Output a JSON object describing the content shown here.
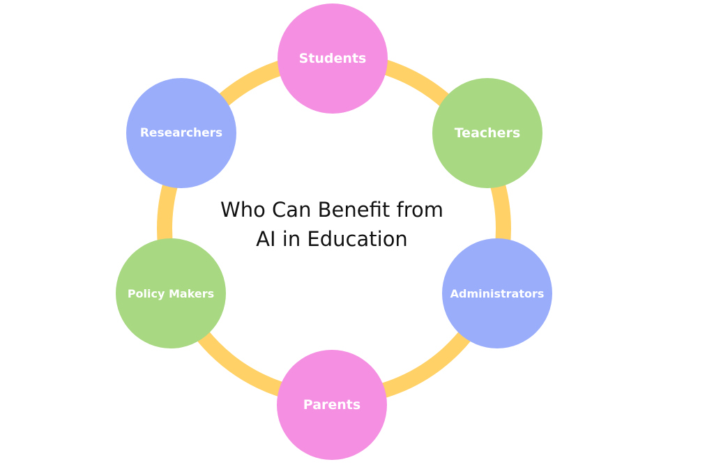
{
  "diagram": {
    "title_line1": "Who Can Benefit from",
    "title_line2": "AI in Education",
    "nodes": [
      {
        "label": "Students",
        "color": "#f48fe2"
      },
      {
        "label": "Teachers",
        "color": "#a8d882"
      },
      {
        "label": "Administrators",
        "color": "#9aadfb"
      },
      {
        "label": "Parents",
        "color": "#f48fe2"
      },
      {
        "label": "Policy Makers",
        "color": "#a8d882"
      },
      {
        "label": "Researchers",
        "color": "#9aadfb"
      }
    ],
    "ring_color": "#ffd166"
  }
}
